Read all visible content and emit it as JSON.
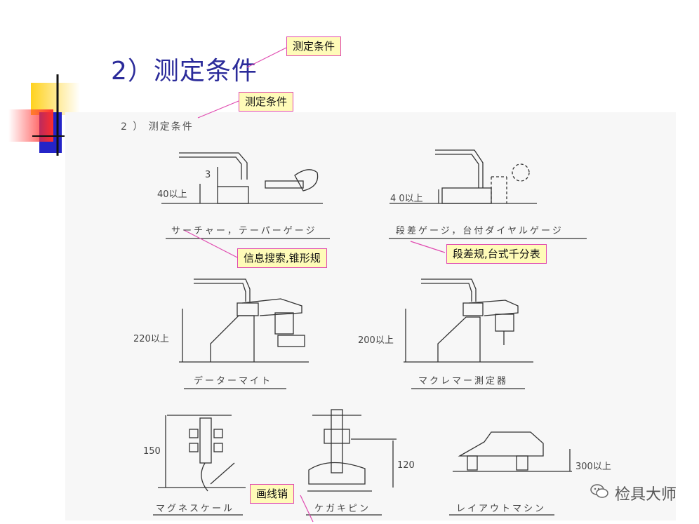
{
  "slide": {
    "title": "2）测定条件"
  },
  "callouts": {
    "title_note": "测定条件",
    "subtitle_note": "测定条件",
    "left_pair_note": "信息搜索,锥形规",
    "right_pair_note": "段差规,台式千分表",
    "bottom_pin_note": "画线销"
  },
  "scan": {
    "subtitle": "2 ） 测定条件",
    "captions": {
      "c1": "サーチャー，テーパーゲージ",
      "c2": "段差ゲージ，台付ダイヤルゲージ",
      "c3": "データーマイト",
      "c4": "マクレマー測定器",
      "c5": "マグネスケール",
      "c6": "ケガキピン",
      "c7": "レイアウトマシン"
    },
    "dims": {
      "d1": "40以上",
      "d1b": "3",
      "d2": "4 0以上",
      "d3": "220以上",
      "d4": "200以上",
      "d5": "150",
      "d6": "120",
      "d7": "300以上"
    }
  },
  "watermark": {
    "text": "检具大师"
  },
  "colors": {
    "title": "#2b2b9a",
    "callout_bg": "#fffbb8",
    "callout_border": "#e04ab0",
    "deco_yellow": "#ffd21e",
    "deco_red": "#ff2d2d",
    "deco_blue": "#2424c8"
  }
}
